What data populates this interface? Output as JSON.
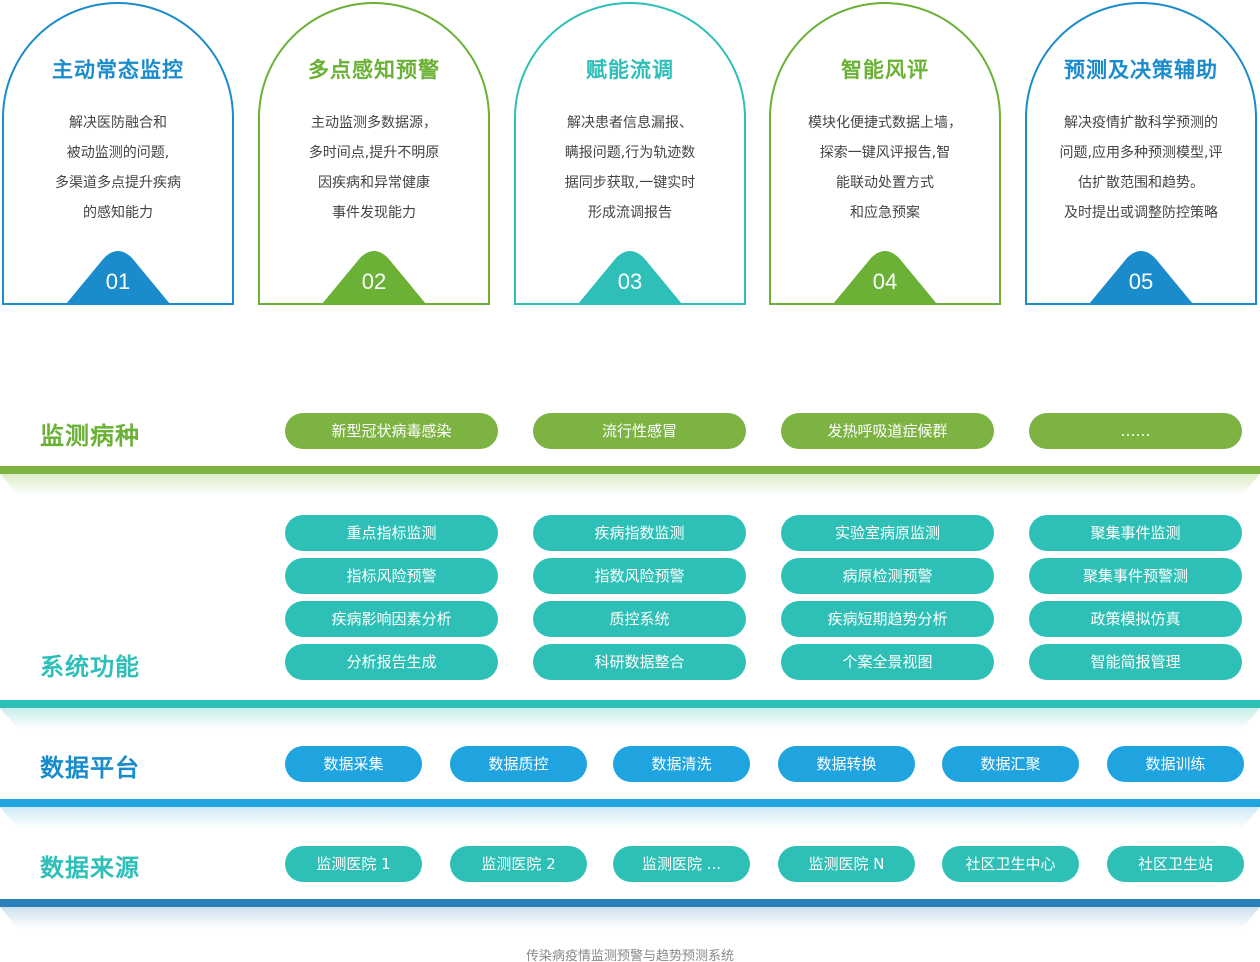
{
  "colors": {
    "blue_title": "#1a8ccc",
    "green_title": "#6ab135",
    "teal_title": "#2ebfb8",
    "green_pill": "#7cb342",
    "teal_pill": "#2ec0b6",
    "blue_pill": "#1fa4e0",
    "label_green": "#6ab135",
    "label_teal": "#2ebfb8",
    "label_blue": "#1a8ccc"
  },
  "cards": [
    {
      "title": "主动常态监控",
      "number": "01",
      "color": "#1a8ccc",
      "lines": [
        "解决医防融合和",
        "被动监测的问题,",
        "多渠道多点提升疾病",
        "的感知能力"
      ]
    },
    {
      "title": "多点感知预警",
      "number": "02",
      "color": "#6ab135",
      "lines": [
        "主动监测多数据源，",
        "多时间点,提升不明原",
        "因疾病和异常健康",
        "事件发现能力"
      ]
    },
    {
      "title": "赋能流调",
      "number": "03",
      "color": "#2ebfb8",
      "lines": [
        "解决患者信息漏报、",
        "瞒报问题,行为轨迹数",
        "据同步获取,一键实时",
        "形成流调报告"
      ]
    },
    {
      "title": "智能风评",
      "number": "04",
      "color": "#6ab135",
      "lines": [
        "模块化便捷式数据上墙，",
        "探索一键风评报告,智",
        "能联动处置方式",
        "和应急预案"
      ]
    },
    {
      "title": "预测及决策辅助",
      "number": "05",
      "color": "#1a8ccc",
      "lines": [
        "解决疫情扩散科学预测的",
        "问题,应用多种预测模型,评",
        "估扩散范围和趋势。",
        "及时提出或调整防控策略"
      ]
    }
  ],
  "sections": {
    "diseases": {
      "label": "监测病种",
      "items": [
        "新型冠状病毒感染",
        "流行性感冒",
        "发热呼吸道症候群",
        "……"
      ]
    },
    "functions": {
      "label": "系统功能",
      "columns": [
        [
          "重点指标监测",
          "指标风险预警",
          "疾病影响因素分析",
          "分析报告生成"
        ],
        [
          "疾病指数监测",
          "指数风险预警",
          "质控系统",
          "科研数据整合"
        ],
        [
          "实验室病原监测",
          "病原检测预警",
          "疾病短期趋势分析",
          "个案全景视图"
        ],
        [
          "聚集事件监测",
          "聚集事件预警测",
          "政策模拟仿真",
          "智能简报管理"
        ]
      ]
    },
    "platform": {
      "label": "数据平台",
      "items": [
        "数据采集",
        "数据质控",
        "数据清洗",
        "数据转换",
        "数据汇聚",
        "数据训练"
      ]
    },
    "sources": {
      "label": "数据来源",
      "items": [
        "监测医院 1",
        "监测医院 2",
        "监测医院 ...",
        "监测医院   N",
        "社区卫生中心",
        "社区卫生站"
      ]
    }
  },
  "caption": "传染病疫情监测预警与趋势预测系统"
}
